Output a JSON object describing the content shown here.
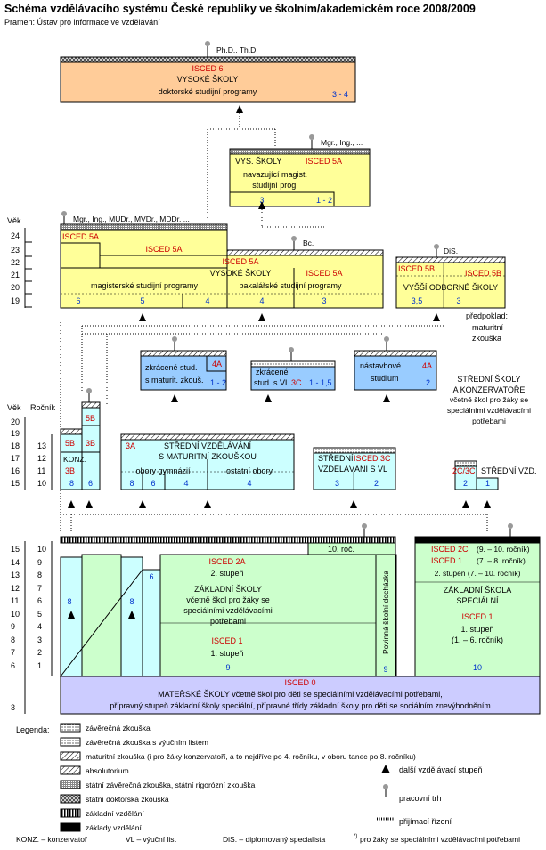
{
  "header": {
    "title": "Schéma vzdělávacího systému České republiky ve školním/akademickém roce 2008/2009",
    "source": "Pramen: Ústav pro informace ve vzdělávání"
  },
  "axis": {
    "vek_label": "Věk",
    "vek_upper": [
      "24",
      "23",
      "22",
      "21",
      "20",
      "19"
    ],
    "vek_lower_label": "Věk",
    "rocnik_label": "Ročník",
    "vek_mid": [
      "20",
      "19",
      "18",
      "17",
      "16",
      "15"
    ],
    "rocnik_mid": [
      "13",
      "12",
      "11",
      "10"
    ],
    "vek_bottom": [
      "15",
      "14",
      "13",
      "12",
      "11",
      "10",
      "9",
      "8",
      "7",
      "6",
      "3"
    ],
    "rocnik_bottom": [
      "10",
      "9",
      "8",
      "7",
      "6",
      "5",
      "4",
      "3",
      "2",
      "1"
    ]
  },
  "boxes": {
    "isced6": {
      "code": "ISCED 6",
      "name": "VYSOKÉ ŠKOLY",
      "desc": "doktorské studijní programy",
      "years": "3 - 4",
      "exit": "Ph.D., Th.D."
    },
    "nav_mag": {
      "name1": "VYS. ŠKOLY",
      "code": "ISCED 5A",
      "desc1": "navazující magist.",
      "desc2": "studijní prog.",
      "y1": "3",
      "y2": "1 - 2",
      "exit": "Mgr., Ing., ..."
    },
    "vs": {
      "code_left": "ISCED 5A",
      "code_mid": "ISCED 5A",
      "code_center": "ISCED 5A",
      "name": "VYSOKÉ ŠKOLY",
      "code_right": "ISCED 5A",
      "desc_left": "magisterské studijní programy",
      "desc_right": "bakalářské studijní programy",
      "y1": "6",
      "y2": "5",
      "y3": "4",
      "y4": "4",
      "y5": "3",
      "exit_left": "Mgr., Ing., MUDr., MVDr., MDDr. ...",
      "exit_right": "Bc."
    },
    "vos": {
      "code1": "ISCED 5B",
      "code2": "ISCED 5B",
      "name": "VYŠŠÍ ODBORNÉ ŠKOLY",
      "y1": "3,5",
      "y2": "3",
      "exit": "DiS.",
      "note1": "předpoklad:",
      "note2": "maturitní",
      "note3": "zkouška"
    },
    "zkr_mat": {
      "l1": "zkrácené stud.",
      "l2": "s maturit. zkouš.",
      "code": "4A",
      "y": "1 - 2"
    },
    "zkr_vl": {
      "l1": "zkrácené",
      "l2": "stud. s VL",
      "code": "3C",
      "y": "1 - 1,5"
    },
    "nastavb": {
      "l1": "nástavbové",
      "l2": "studium",
      "code": "4A",
      "y": "2"
    },
    "konz": {
      "c1": "5B",
      "c2": "3B",
      "c3": "3B",
      "c4": "5B",
      "name": "KONZ.",
      "y1": "8",
      "y2": "6"
    },
    "ssm": {
      "code": "3A",
      "l1": "STŘEDNÍ VZDĚLÁVÁNÍ",
      "l2": "S MATURITNÍ ZKOUŠKOU",
      "d1": "obory gymnázií",
      "d2": "ostatní obory",
      "y1": "8",
      "y2": "6",
      "y3": "4",
      "y4": "4"
    },
    "ssvl": {
      "l1": "STŘEDNÍ",
      "l2": "VZDĚLÁVÁNÍ S VL",
      "code": "ISCED 3C",
      "y1": "3",
      "y2": "2"
    },
    "special_ss": {
      "code": "2C/3C",
      "name": "STŘEDNÍ VZD.",
      "y1": "2",
      "y2": "1"
    },
    "special_note": {
      "l1": "STŘEDNÍ ŠKOLY",
      "l2": "A KONZERVATOŘE",
      "l3": "včetně škol pro žáky se",
      "l4": "speciálními vzdělávacími",
      "l5": "potřebami"
    },
    "zs": {
      "code2": "ISCED 2A",
      "stage2": "2. stupeň",
      "name": "ZÁKLADNÍ ŠKOLY",
      "l2": "včetně škol pro žáky se",
      "l3": "speciálními vzdělávacími",
      "l4": "potřebami",
      "code1": "ISCED 1",
      "stage1": "1. stupeň",
      "y1": "8",
      "y2": "8",
      "y3": "6",
      "y4": "9",
      "roc10": "10. roč.",
      "povinna": "Povinná školní docházka",
      "y_pov": "9"
    },
    "zs_spec": {
      "c1": "ISCED 2C",
      "c1b": "(9. – 10. ročník)",
      "c2": "ISCED 1",
      "c2b": "(7. – 8. ročník)",
      "c3": "2. stupeň (7. – 10. ročník)",
      "name1": "ZÁKLADNÍ ŠKOLA",
      "name2": "SPECIÁLNÍ",
      "code": "ISCED 1",
      "stage": "1. stupeň",
      "stage_b": "(1. – 6. ročník)",
      "y": "10"
    },
    "ms": {
      "code": "ISCED 0",
      "l1": "MATEŘSKÉ ŠKOLY včetně škol pro děti se speciálními vzdělávacími potřebami,",
      "l2": "přípravný stupeň základní školy speciální, přípravné třídy základní školy pro děti se sociálním znevýhodněním"
    }
  },
  "legend": {
    "title": "Legenda:",
    "items": [
      "závěrečná zkouška",
      "závěrečná zkouška s výučním listem",
      "maturitní zkouška (i pro žáky konzervatoří, a to nejdříve po 4. ročníku, v oboru tanec po 8. ročníku)",
      "absolutorium",
      "státní závěrečná zkouška, státní rigorózní zkouška",
      "státní doktorská zkouška",
      "základní vzdělání",
      "základy vzdělání"
    ],
    "right": [
      "další vzdělávací stupeň",
      "pracovní trh",
      "přijímací řízení"
    ],
    "footer": [
      "KONZ. – konzervatoř",
      "VL – výuční list",
      "DiS. – diplomovaný specialista",
      "pro žáky se speciálními vzdělávacími potřebami"
    ],
    "footnote_mark": "*)"
  },
  "colors": {
    "doctoral": "#ffcc99",
    "university": "#ffff99",
    "secondary": "#ccffff",
    "short": "#99ccff",
    "basic": "#ccffcc",
    "preschool": "#ccccff",
    "code_red": "#cc0000",
    "years_blue": "#0033cc"
  }
}
